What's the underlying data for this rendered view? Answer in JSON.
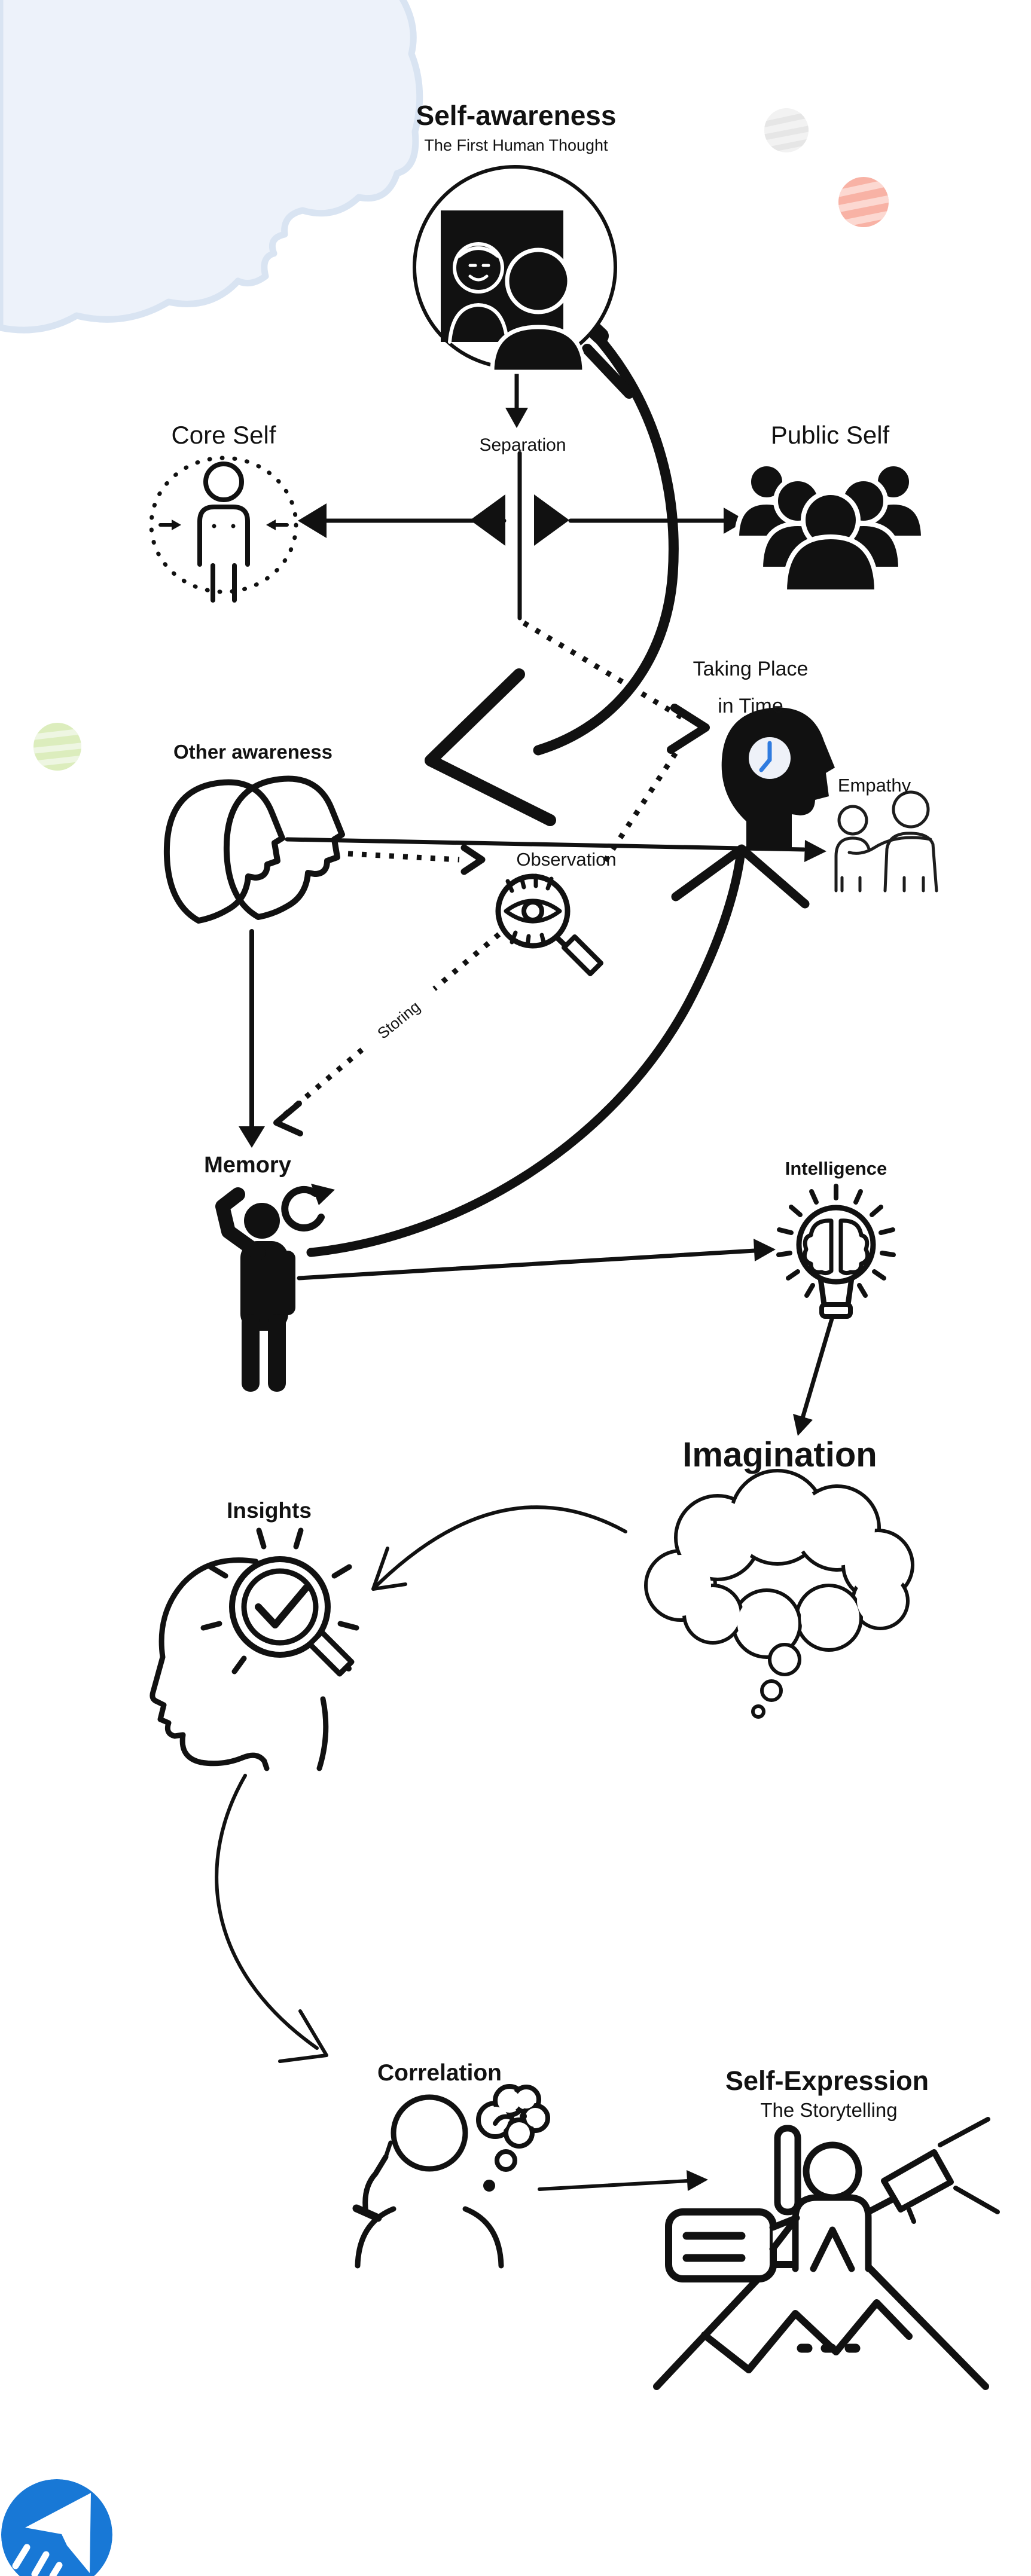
{
  "page": {
    "background": "#ffffff",
    "ink": "#111111"
  },
  "colors": {
    "ink": "#111111",
    "clock_blue": "#2f7bdf",
    "logo_blue": "#1878d6",
    "cloud_fill": "#edf2fa",
    "cloud_edge": "#d9e4f2",
    "planet_white": "#f2f2f2",
    "planet_white_stripe": "#e6e6e6",
    "planet_pink": "#f8b2a5",
    "planet_pink_stripe": "#fcd8d1",
    "planet_green": "#dcedbd",
    "planet_green_stripe": "#eef6e2"
  },
  "nodes": {
    "self_awareness": {
      "title": "Self-awareness",
      "subtitle": "The First Human Thought",
      "icon": "mirror-reflection-magnifier-icon"
    },
    "separation": {
      "label": "Separation",
      "icon": "split-triangles-icon"
    },
    "core_self": {
      "label": "Core Self",
      "icon": "person-in-dotted-circle-icon"
    },
    "public_self": {
      "label": "Public Self",
      "icon": "crowd-icon"
    },
    "taking_place_in_time": {
      "label_line1": "Taking Place",
      "label_line2": "in Time",
      "icon": "head-with-clock-icon"
    },
    "empathy": {
      "label": "Empathy",
      "icon": "two-people-hug-icon"
    },
    "other_awareness": {
      "label": "Other awareness",
      "icon": "overlapping-heads-icon"
    },
    "observation": {
      "label": "Observation",
      "icon": "eye-magnifier-icon"
    },
    "memory": {
      "label": "Memory",
      "icon": "person-recalling-icon"
    },
    "intelligence": {
      "label": "Intelligence",
      "icon": "brain-lightbulb-icon"
    },
    "imagination": {
      "label": "Imagination",
      "icon": "thought-cloud-icon"
    },
    "insights": {
      "label": "Insights",
      "icon": "head-magnifier-check-icon"
    },
    "correlation": {
      "label": "Correlation",
      "icon": "thinking-person-icon"
    },
    "self_expression": {
      "title": "Self-Expression",
      "subtitle": "The Storytelling",
      "icon": "storyteller-on-mountain-icon"
    }
  },
  "edges": {
    "storing_label": "Storing"
  },
  "logo": {
    "icon": "paper-plane-circle-icon"
  }
}
